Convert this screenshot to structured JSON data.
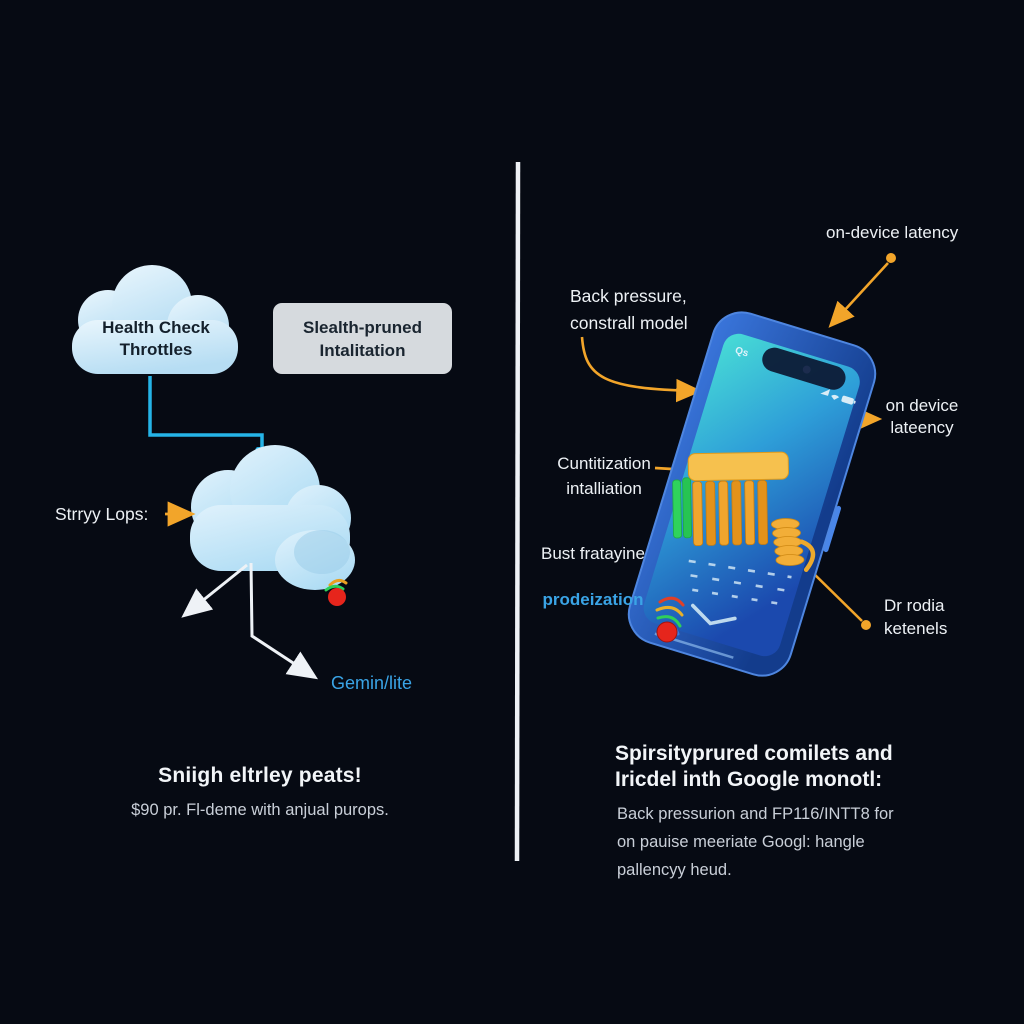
{
  "left_panel": {
    "cloud_label": "Health Check\nThrottles",
    "box_label": "Slealth-pruned\nIntalitation",
    "retry_label": "Strryy Lops:",
    "gemini_label": "Gemin/lite",
    "heading": "Sniigh eltrley peats!",
    "body": "$90 pr. Fl-deme with anjual purops."
  },
  "right_panel": {
    "label_top_latency": "on-device latency",
    "label_back_pressure": "Back pressure,\nconstrall model",
    "label_on_device": "on device\nlateency",
    "label_quantization": "Cuntitization\nintalliation",
    "label_bust_line1": "Bust fratayine",
    "label_bust_line2": "prodeization",
    "label_kernels": "Dr rodia\nketenels",
    "heading": "Spirsityprured comilets and\nIricdel inth Google monotl:",
    "body": "Back pressurion and FP116/INTT8 for\non pauise meeriate Googl: hangle\npallencyy heud.",
    "phone_status_left": "Qs"
  },
  "colors": {
    "background": "#060a13",
    "divider": "#eef1f5",
    "accent_orange": "#f2a52a",
    "accent_cyan_line": "#25b4e8",
    "accent_blue_text": "#3aa4e6",
    "cloud_fill": "#cfe9f9",
    "gray_box": "#d6dade",
    "phone_body": "#2a65cc",
    "screen_top": "#45dcd8",
    "screen_bottom": "#1b49ae",
    "accordion_yellow": "#f0a52e",
    "accordion_green": "#2fd35c",
    "dot_red": "#e6251c"
  }
}
